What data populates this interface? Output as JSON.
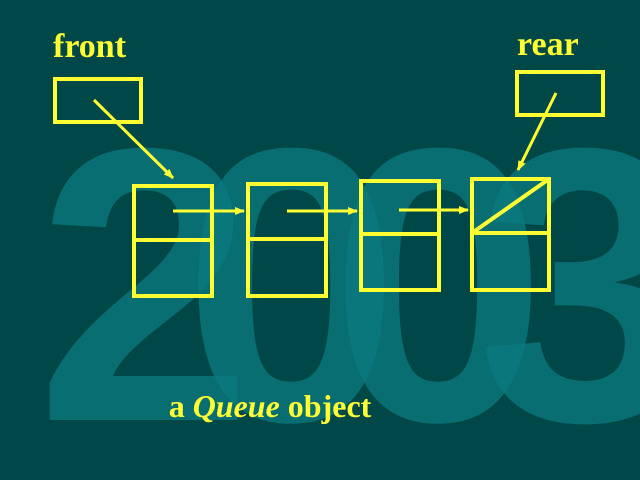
{
  "slide": {
    "background_color": "#004848",
    "accent_color": "#ffff33",
    "watermark_color": "#0b7b80",
    "watermark_text": "2003"
  },
  "pointers": {
    "front": {
      "label": "front"
    },
    "rear": {
      "label": "rear"
    }
  },
  "queue": {
    "node_count": 4,
    "last_node_next": "null"
  },
  "caption": {
    "prefix": "a ",
    "emphasis": "Queue",
    "suffix": " object"
  }
}
